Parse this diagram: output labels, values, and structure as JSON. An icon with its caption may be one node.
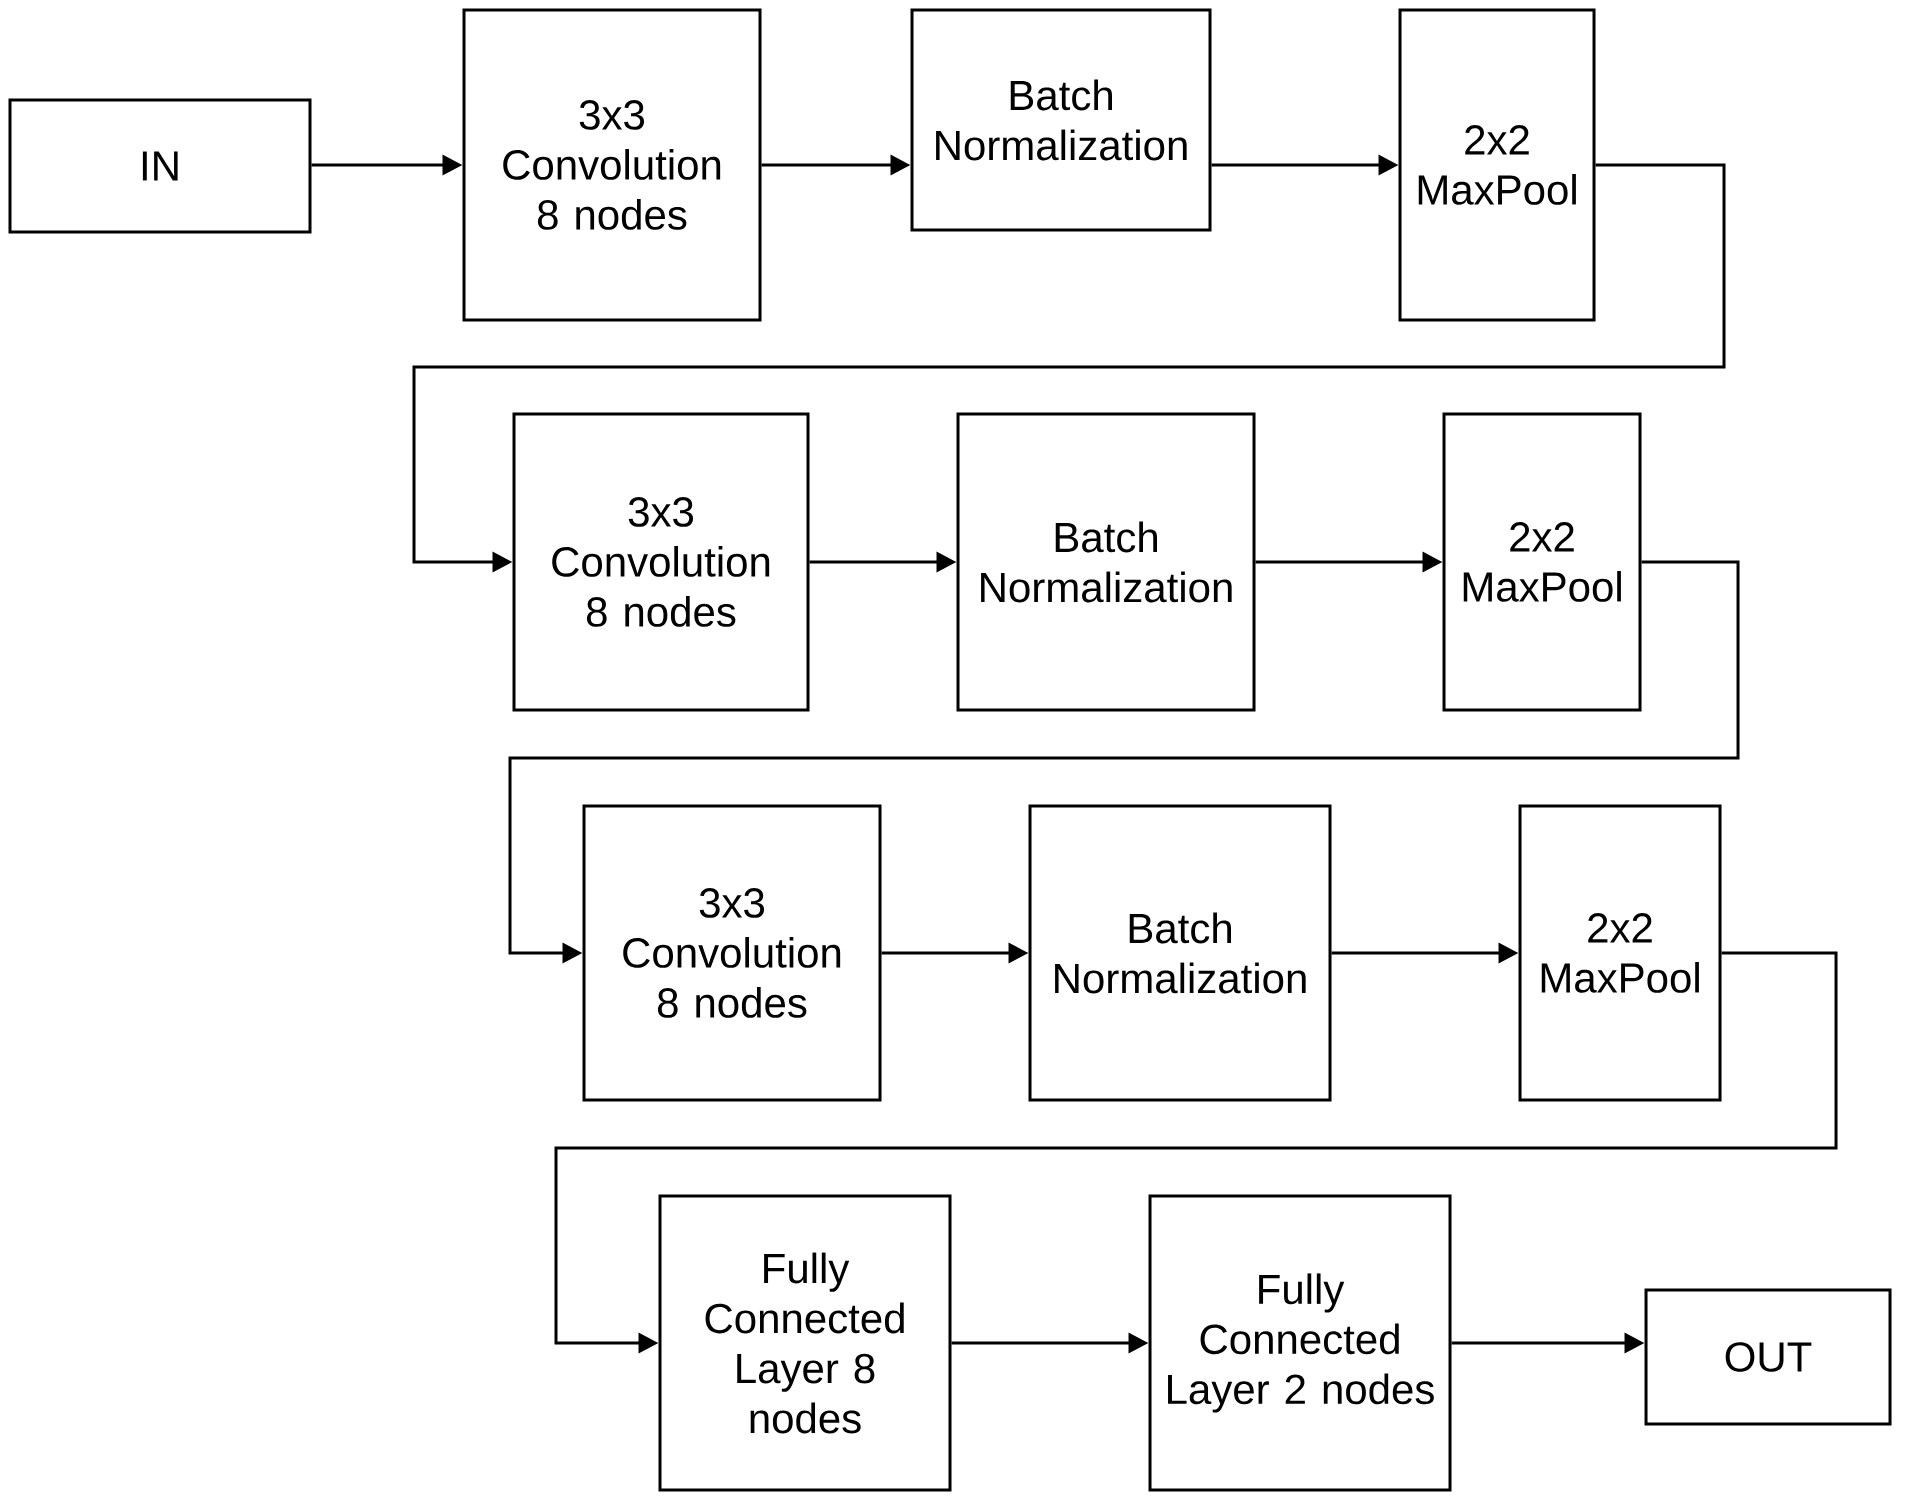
{
  "diagram": {
    "nodes": [
      {
        "text": [
          "IN"
        ]
      },
      {
        "text": [
          "3x3 Convolution 8 nodes"
        ]
      },
      {
        "text": [
          "Batch Normalization"
        ]
      },
      {
        "text": [
          "2x2 MaxPool"
        ]
      },
      {
        "text": [
          "3x3 Convolution 8 nodes"
        ]
      },
      {
        "text": [
          "Batch Normalization"
        ]
      },
      {
        "text": [
          "2x2 MaxPool"
        ]
      },
      {
        "text": [
          "3x3 Convolution 8 nodes"
        ]
      },
      {
        "text": [
          "Batch Normalization"
        ]
      },
      {
        "text": [
          "2x2 MaxPool"
        ]
      },
      {
        "text": [
          "Fully Connected Layer 8 nodes"
        ]
      },
      {
        "text": [
          "Fully Connected Layer 2 nodes"
        ]
      },
      {
        "text": [
          "OUT"
        ]
      }
    ],
    "edges": [
      {
        "from": 0,
        "to": 1,
        "arrow": "to"
      },
      {
        "from": 1,
        "to": 2,
        "arrow": "to"
      },
      {
        "from": 2,
        "to": 3,
        "arrow": "to"
      },
      {
        "from": 3,
        "to": 4,
        "arrow": "to"
      },
      {
        "from": 4,
        "to": 5,
        "arrow": "to"
      },
      {
        "from": 5,
        "to": 6,
        "arrow": "to"
      },
      {
        "from": 6,
        "to": 7,
        "arrow": "to"
      },
      {
        "from": 7,
        "to": 8,
        "arrow": "to"
      },
      {
        "from": 8,
        "to": 9,
        "arrow": "to"
      },
      {
        "from": 9,
        "to": 10,
        "arrow": "to"
      },
      {
        "from": 10,
        "to": 11,
        "arrow": "to"
      },
      {
        "from": 11,
        "to": 12,
        "arrow": "to"
      }
    ]
  }
}
